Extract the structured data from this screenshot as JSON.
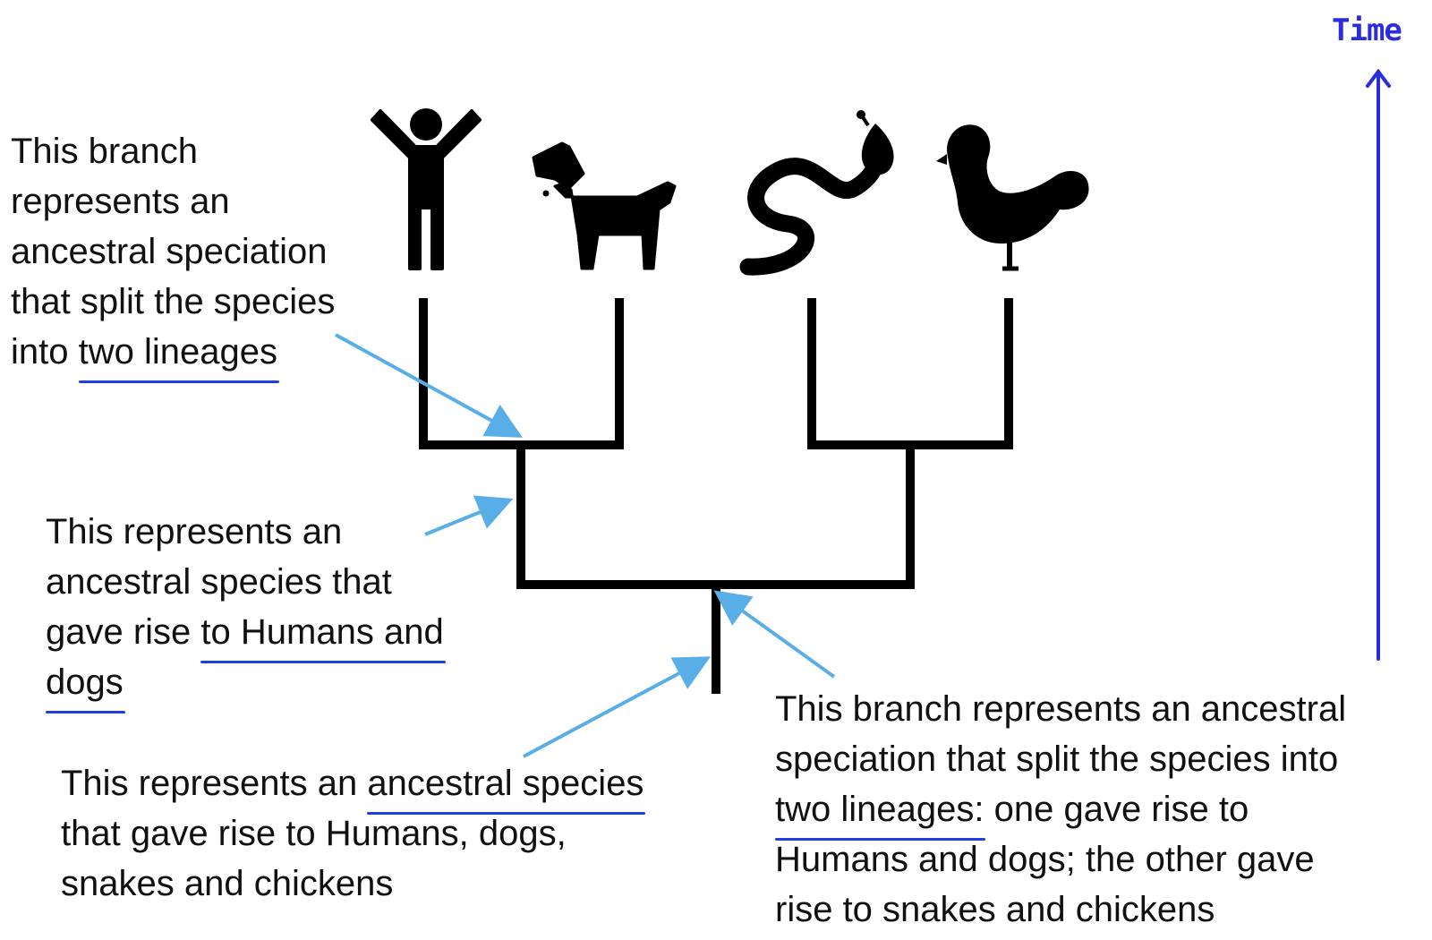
{
  "time_label": "Time",
  "notes": {
    "top_left": {
      "lines": [
        "This branch",
        "represents an",
        "ancestral speciation",
        "that split the species",
        "into "
      ],
      "underlined": "two lineages"
    },
    "middle_left": {
      "line1": "This represents an",
      "line2": "ancestral species that",
      "line3_pre": "gave rise ",
      "line3_ul": "to Humans and",
      "line4_ul": "dogs "
    },
    "bottom_left": {
      "line1_pre": "This represents an ",
      "line1_ul": "ancestral species ",
      "line2": "that gave rise to Humans, dogs,",
      "line3": "snakes and chickens"
    },
    "bottom_right": {
      "line1": "This branch represents an ancestral",
      "line2": "speciation that split the species into",
      "line3_ul": "two lineages:",
      "line3_post": " one gave rise to",
      "line4": "Humans and dogs; the other gave",
      "line5": "rise to snakes and chickens"
    }
  },
  "icons": [
    "human-icon",
    "dog-icon",
    "snake-icon",
    "chicken-icon"
  ],
  "colors": {
    "tree": "#000000",
    "arrow": "#5aaee8",
    "time_axis": "#2b2bdf",
    "underline": "#1f3fe0"
  }
}
